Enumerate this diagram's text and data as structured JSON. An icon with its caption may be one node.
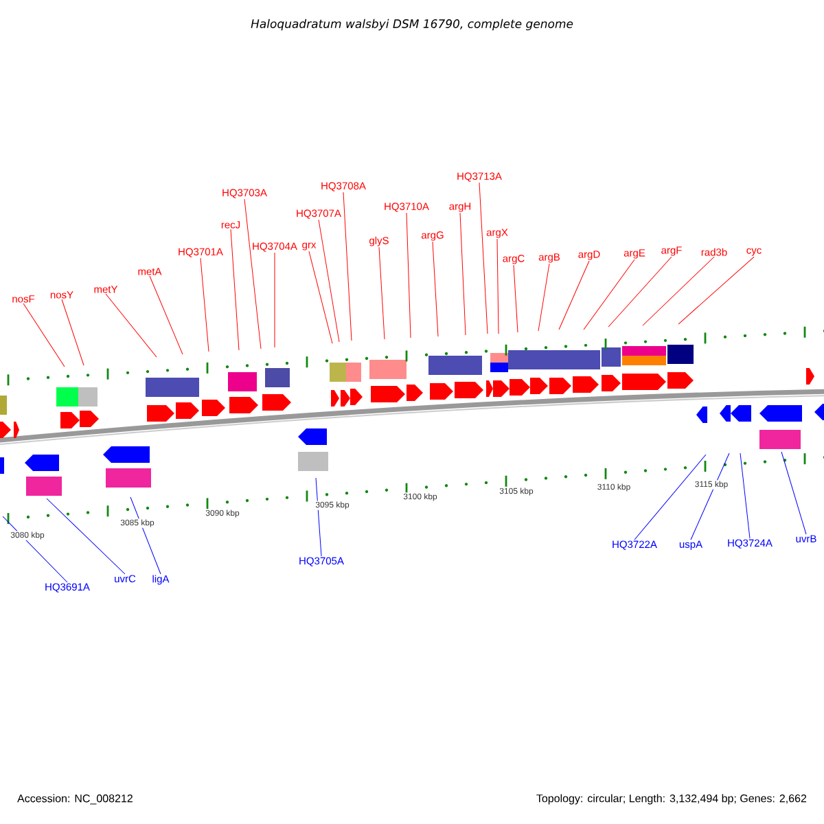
{
  "diagram": {
    "title": "Haloquadratum walsbyi DSM 16790, complete genome",
    "nodes": [
      {
        "text": [
          "nosF"
        ]
      },
      {
        "text": [
          "nosY"
        ]
      },
      {
        "text": [
          "metY"
        ]
      },
      {
        "text": [
          "metA"
        ]
      },
      {
        "text": [
          "HQ3701A"
        ]
      },
      {
        "text": [
          "recJ"
        ]
      },
      {
        "text": [
          "HQ3703A"
        ]
      },
      {
        "text": [
          "HQ3704A"
        ]
      },
      {
        "text": [
          "grx"
        ]
      },
      {
        "text": [
          "HQ3707A"
        ]
      },
      {
        "text": [
          "HQ3708A"
        ]
      },
      {
        "text": [
          "glyS"
        ]
      },
      {
        "text": [
          "HQ3710A"
        ]
      },
      {
        "text": [
          "argG"
        ]
      },
      {
        "text": [
          "argH"
        ]
      },
      {
        "text": [
          "HQ3713A"
        ]
      },
      {
        "text": [
          "argX"
        ]
      },
      {
        "text": [
          "argC"
        ]
      },
      {
        "text": [
          "argB"
        ]
      },
      {
        "text": [
          "argD"
        ]
      },
      {
        "text": [
          "argE"
        ]
      },
      {
        "text": [
          "argF"
        ]
      },
      {
        "text": [
          "rad3b"
        ]
      },
      {
        "text": [
          "cyc"
        ]
      },
      {
        "text": [
          "HQ3691A"
        ]
      },
      {
        "text": [
          "uvrC"
        ]
      },
      {
        "text": [
          "ligA"
        ]
      },
      {
        "text": [
          "HQ3705A"
        ]
      },
      {
        "text": [
          "HQ3722A"
        ]
      },
      {
        "text": [
          "uspA"
        ]
      },
      {
        "text": [
          "HQ3724A"
        ]
      },
      {
        "text": [
          "uvrB"
        ]
      }
    ],
    "edges": [
      {
        "from": 0,
        "to": null,
        "arrow": "none"
      },
      {
        "from": 1,
        "to": null,
        "arrow": "none"
      },
      {
        "from": 2,
        "to": null,
        "arrow": "none"
      },
      {
        "from": 3,
        "to": null,
        "arrow": "none"
      },
      {
        "from": 4,
        "to": null,
        "arrow": "none"
      },
      {
        "from": 5,
        "to": null,
        "arrow": "none"
      },
      {
        "from": 6,
        "to": null,
        "arrow": "none"
      },
      {
        "from": 7,
        "to": null,
        "arrow": "none"
      },
      {
        "from": 8,
        "to": null,
        "arrow": "none"
      },
      {
        "from": 9,
        "to": null,
        "arrow": "none"
      },
      {
        "from": 10,
        "to": null,
        "arrow": "none"
      },
      {
        "from": 11,
        "to": null,
        "arrow": "none"
      },
      {
        "from": 12,
        "to": null,
        "arrow": "none"
      },
      {
        "from": 13,
        "to": null,
        "arrow": "none"
      },
      {
        "from": 14,
        "to": null,
        "arrow": "none"
      },
      {
        "from": 15,
        "to": null,
        "arrow": "none"
      },
      {
        "from": 16,
        "to": null,
        "arrow": "none"
      },
      {
        "from": 17,
        "to": null,
        "arrow": "none"
      },
      {
        "from": 18,
        "to": null,
        "arrow": "none"
      },
      {
        "from": 19,
        "to": null,
        "arrow": "none"
      },
      {
        "from": 20,
        "to": null,
        "arrow": "none"
      },
      {
        "from": 21,
        "to": null,
        "arrow": "none"
      },
      {
        "from": 22,
        "to": null,
        "arrow": "none"
      },
      {
        "from": 23,
        "to": null,
        "arrow": "none"
      },
      {
        "from": 24,
        "to": null,
        "arrow": "none",
        "color": "#0000ff"
      },
      {
        "from": 25,
        "to": null,
        "arrow": "none",
        "color": "#0000ff"
      },
      {
        "from": 26,
        "to": null,
        "arrow": "none",
        "color": "#0000ff"
      },
      {
        "from": 27,
        "to": null,
        "arrow": "none",
        "color": "#0000ff"
      },
      {
        "from": 28,
        "to": null,
        "arrow": "none",
        "color": "#0000ff"
      },
      {
        "from": 29,
        "to": null,
        "arrow": "none",
        "color": "#0000ff"
      },
      {
        "from": 30,
        "to": null,
        "arrow": "none",
        "color": "#0000ff"
      },
      {
        "from": 31,
        "to": null,
        "arrow": "none",
        "color": "#0000ff"
      }
    ],
    "labels": [
      "3080 kbp",
      "3085 kbp",
      "3090 kbp",
      "3095 kbp",
      "3100 kbp",
      "3105 kbp",
      "3110 kbp",
      "3115 kbp",
      "Accession: NC_008212",
      "Topology: circular; Length: 3,132,494 bp; Genes: 2,662"
    ]
  }
}
